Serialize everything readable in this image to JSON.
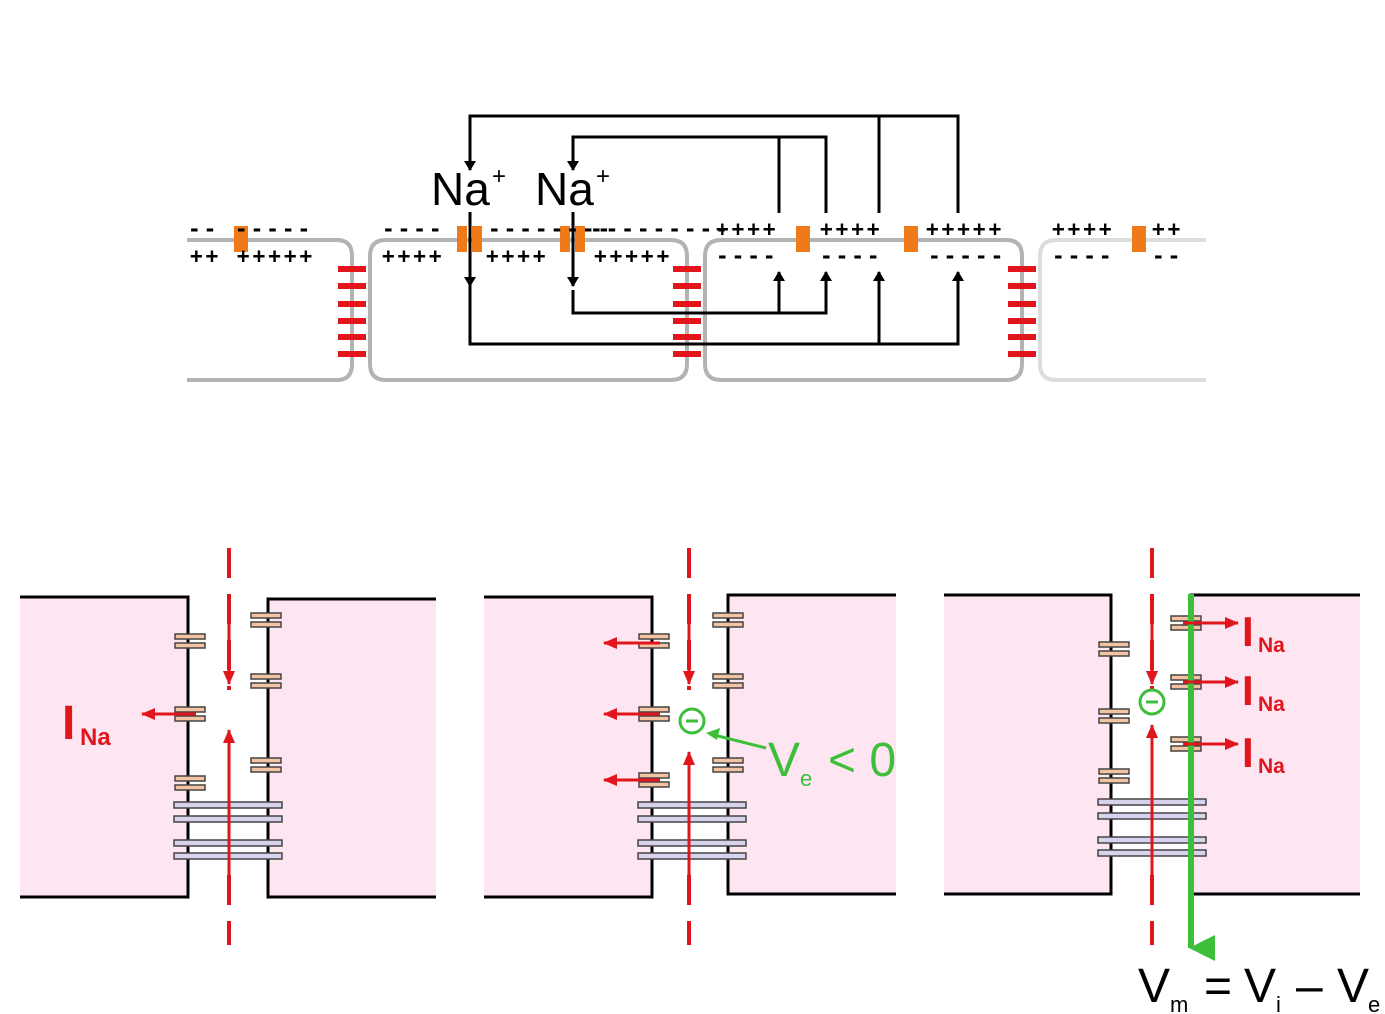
{
  "top": {
    "ion_label": "Na",
    "ion_charge": "+",
    "outer_signs": [
      "-- -----",
      "----",
      "--------",
      "---------",
      "++++",
      "++++",
      "+++++",
      "++++",
      "++"
    ],
    "inner_signs": [
      "++ +++++",
      "++++",
      "++++",
      "+++++",
      "----",
      "----",
      "-----",
      "----",
      "--"
    ]
  },
  "bottom": {
    "current_symbol": "I",
    "current_subscript": "Na",
    "extracellular_potential": {
      "symbol": "V",
      "subscript": "e",
      "relation": "< 0"
    },
    "minus_symbol": "−",
    "equation": {
      "lhs": "V",
      "lhs_sub": "m",
      "eq": "=",
      "term1": "V",
      "term1_sub": "i",
      "minus": "–",
      "term2": "V",
      "term2_sub": "e"
    }
  },
  "colors": {
    "membrane": "#b3b3b3",
    "membrane_faded": "#dcdcdc",
    "node_channel": "#ee7a1a",
    "junction": "#e1151c",
    "current_line": "#000000",
    "cell_fill": "#fde6f1",
    "na_channel": "#f3c4a4",
    "gap_junction": "#d7d3ec",
    "red_arrow": "#e1151c",
    "green": "#3dbf3a"
  }
}
